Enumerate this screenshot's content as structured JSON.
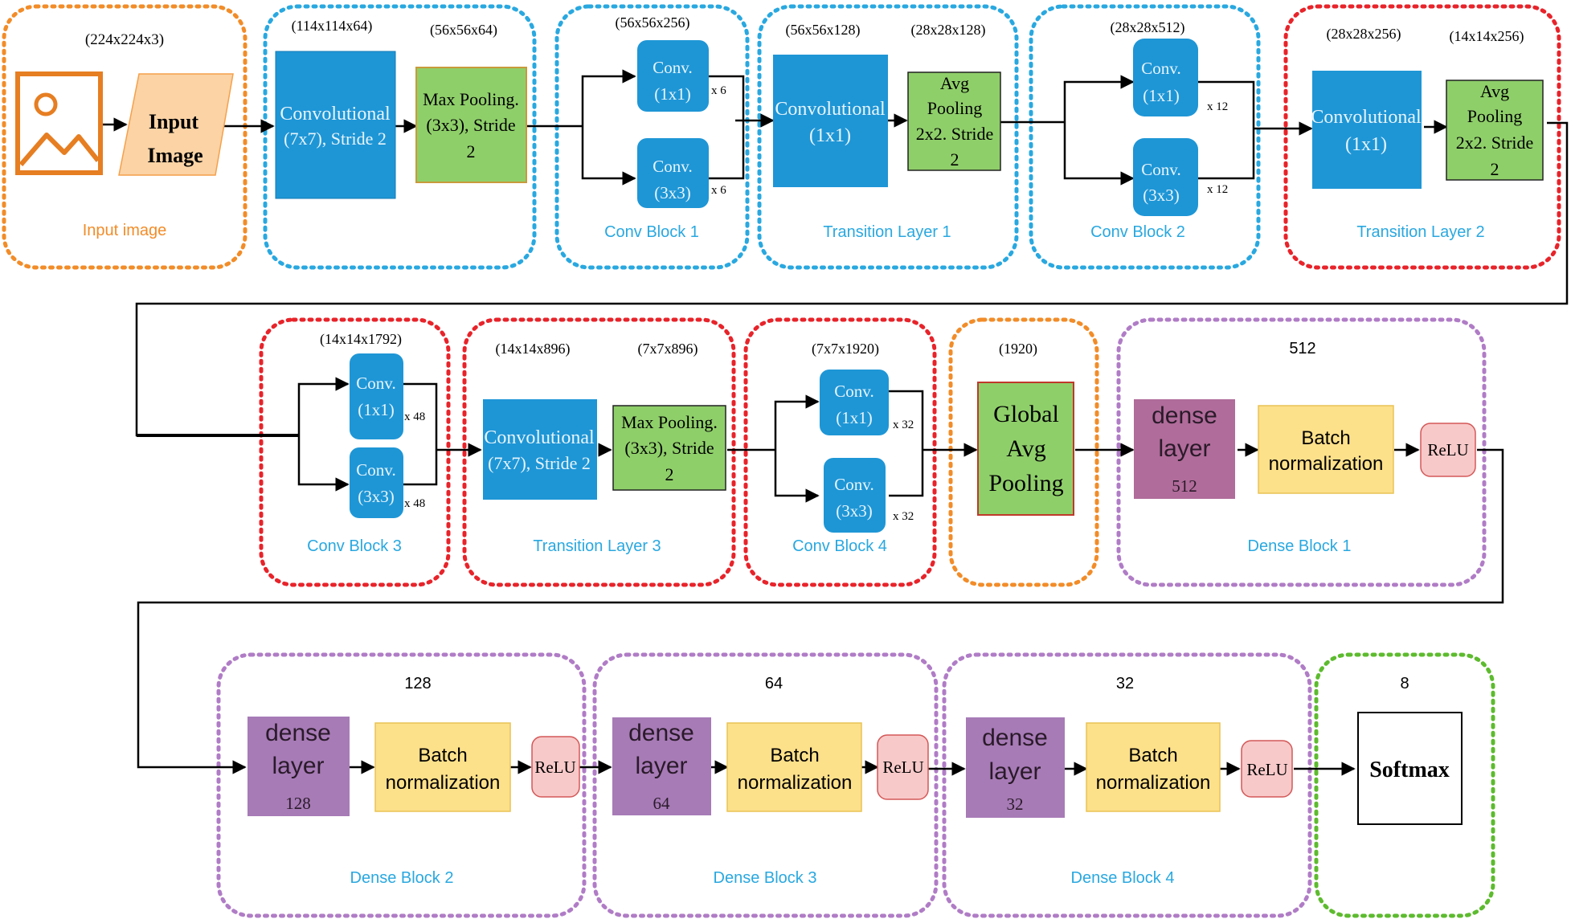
{
  "colors": {
    "orange": "#f28c28",
    "blue": "#29a8e0",
    "red": "#e8232a",
    "purple": "#b07cc6",
    "green": "#5dbb2e",
    "conv_fill": "#1e96d6",
    "pool_fill": "#8fcf6a",
    "dense_fill": "#a77bb6",
    "dense1_fill": "#b06c9a",
    "bn_fill": "#fde08a",
    "relu_fill": "#f8c9c9",
    "input_fill": "#fbd3a5",
    "label_blue": "#29a8e0",
    "label_orange": "#f28c28"
  },
  "groups": {
    "input": {
      "label": "Input image",
      "dims": "(224x224x3)",
      "image_icon": "image-icon",
      "input_box": [
        "Input",
        "Image"
      ]
    },
    "stem": {
      "dims_conv": "(114x114x64)",
      "dims_pool": "(56x56x64)",
      "conv": [
        "Convolutional",
        "(7x7), Stride 2"
      ],
      "pool": [
        "Max Pooling.",
        "(3x3), Stride",
        "2"
      ]
    },
    "conv_block_1": {
      "label": "Conv Block 1",
      "dims": "(56x56x256)",
      "conv_a": [
        "Conv.",
        "(1x1)"
      ],
      "conv_b": [
        "Conv.",
        "(3x3)"
      ],
      "rep_a": "x 6",
      "rep_b": "x 6"
    },
    "transition_1": {
      "label": "Transition Layer 1",
      "dims_conv": "(56x56x128)",
      "dims_pool": "(28x28x128)",
      "conv": [
        "Convolutional",
        "(1x1)"
      ],
      "pool": [
        "Avg",
        "Pooling",
        "2x2. Stride",
        "2"
      ]
    },
    "conv_block_2": {
      "label": "Conv Block 2",
      "dims": "(28x28x512)",
      "conv_a": [
        "Conv.",
        "(1x1)"
      ],
      "conv_b": [
        "Conv.",
        "(3x3)"
      ],
      "rep_a": "x 12",
      "rep_b": "x 12"
    },
    "transition_2": {
      "label": "Transition Layer 2",
      "dims_conv": "(28x28x256)",
      "dims_pool": "(14x14x256)",
      "conv": [
        "Convolutional",
        "(1x1)"
      ],
      "pool": [
        "Avg",
        "Pooling",
        "2x2. Stride",
        "2"
      ]
    },
    "conv_block_3": {
      "label": "Conv Block 3",
      "dims": "(14x14x1792)",
      "conv_a": [
        "Conv.",
        "(1x1)"
      ],
      "conv_b": [
        "Conv.",
        "(3x3)"
      ],
      "rep_a": "x 48",
      "rep_b": "x 48"
    },
    "transition_3": {
      "label": "Transition Layer 3",
      "dims_conv": "(14x14x896)",
      "dims_pool": "(7x7x896)",
      "conv": [
        "Convolutional",
        "(7x7), Stride 2"
      ],
      "pool": [
        "Max Pooling.",
        "(3x3), Stride",
        "2"
      ]
    },
    "conv_block_4": {
      "label": "Conv Block 4",
      "dims": "(7x7x1920)",
      "conv_a": [
        "Conv.",
        "(1x1)"
      ],
      "conv_b": [
        "Conv.",
        "(3x3)"
      ],
      "rep_a": "x 32",
      "rep_b": "x 32"
    },
    "global_pool": {
      "dims": "(1920)",
      "box": [
        "Global",
        "Avg",
        "Pooling"
      ]
    },
    "dense_block_1": {
      "label": "Dense Block 1",
      "units": "512",
      "dense": [
        "dense",
        "layer"
      ],
      "dense_units": "512",
      "bn": [
        "Batch",
        "normalization"
      ],
      "relu": "ReLU"
    },
    "dense_block_2": {
      "label": "Dense Block 2",
      "units": "128",
      "dense": [
        "dense",
        "layer"
      ],
      "dense_units": "128",
      "bn": [
        "Batch",
        "normalization"
      ],
      "relu": "ReLU"
    },
    "dense_block_3": {
      "label": "Dense Block 3",
      "units": "64",
      "dense": [
        "dense",
        "layer"
      ],
      "dense_units": "64",
      "bn": [
        "Batch",
        "normalization"
      ],
      "relu": "ReLU"
    },
    "dense_block_4": {
      "label": "Dense Block 4",
      "units": "32",
      "dense": [
        "dense",
        "layer"
      ],
      "dense_units": "32",
      "bn": [
        "Batch",
        "normalization"
      ],
      "relu": "ReLU"
    },
    "softmax": {
      "units": "8",
      "box": "Softmax"
    }
  }
}
